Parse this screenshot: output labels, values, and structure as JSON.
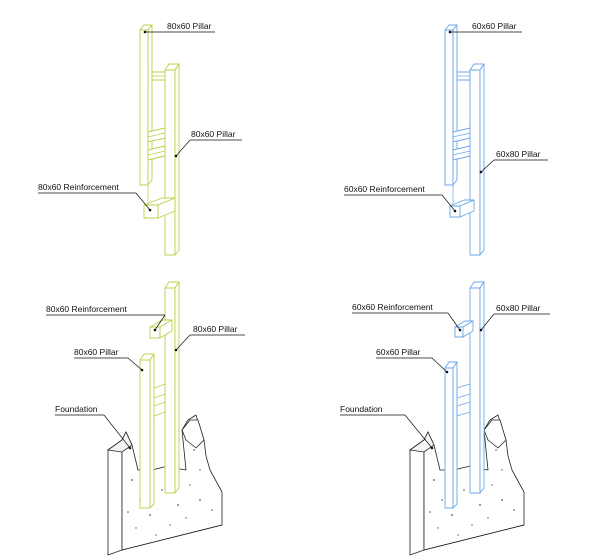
{
  "colors": {
    "green_variant": "#b8d04c",
    "blue_variant": "#6aa6e8",
    "ink": "#111111"
  },
  "panels": [
    {
      "id": "top-left",
      "color": "green",
      "labels": {
        "top_pillar": "80x60 Pillar",
        "mid_pillar": "80x60 Pillar",
        "reinforcement": "80x60 Reinforcement"
      }
    },
    {
      "id": "top-right",
      "color": "blue",
      "labels": {
        "top_pillar": "60x60 Pillar",
        "mid_pillar": "60x80 Pillar",
        "reinforcement": "60x60 Reinforcement"
      }
    },
    {
      "id": "bottom-left",
      "color": "green",
      "labels": {
        "reinforcement": "80x60 Reinforcement",
        "right_pillar": "80x60 Pillar",
        "left_pillar": "80x60 Pillar",
        "foundation": "Foundation"
      }
    },
    {
      "id": "bottom-right",
      "color": "blue",
      "labels": {
        "reinforcement": "60x60 Reinforcement",
        "right_pillar": "60x80 Pillar",
        "left_pillar": "60x60 Pillar",
        "foundation": "Foundation"
      }
    }
  ]
}
